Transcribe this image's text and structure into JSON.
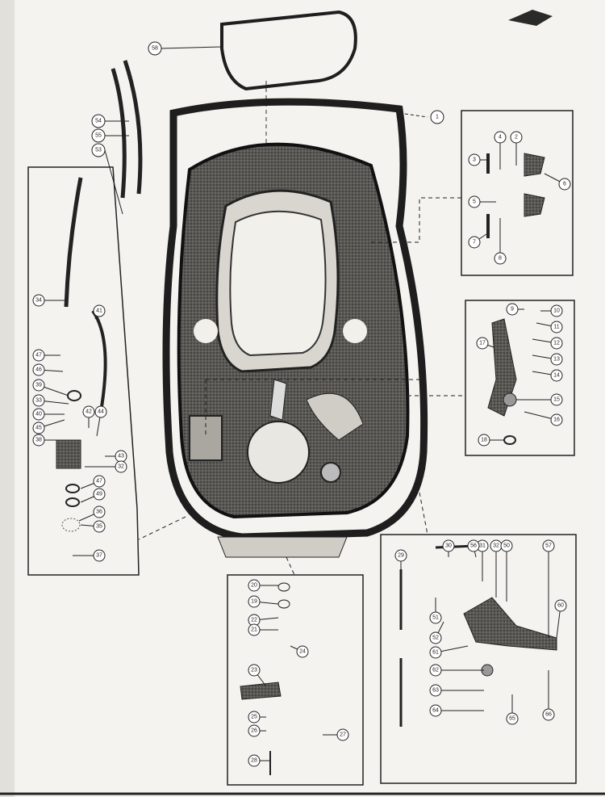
{
  "diagram": {
    "type": "exploded parts diagram",
    "colors": {
      "paper": "#f4f3ef",
      "ink": "#1e1e1e",
      "shade": "#5a5955",
      "light": "#d8d6cf"
    },
    "callouts": {
      "gasket_top": "58",
      "frame": "1",
      "hose_left_a": "54",
      "hose_left_b": "55",
      "fitting_left": "53",
      "upper_right_panel": [
        "3",
        "4",
        "2",
        "6",
        "5",
        "7",
        "8"
      ],
      "mid_right_panel": [
        "9",
        "10",
        "11",
        "12",
        "13",
        "14",
        "15",
        "16",
        "17",
        "18"
      ],
      "left_panel": [
        "34",
        "41",
        "47",
        "46",
        "39",
        "33",
        "40",
        "45",
        "38",
        "42",
        "44",
        "43",
        "32",
        "47",
        "49",
        "36",
        "35",
        "37"
      ],
      "bottom_center_panel": [
        "20",
        "19",
        "22",
        "21",
        "24",
        "23",
        "25",
        "26",
        "27",
        "28"
      ],
      "bottom_right_panel": [
        "29",
        "30",
        "31",
        "32",
        "50",
        "51",
        "52",
        "56",
        "57",
        "60",
        "61",
        "62",
        "63",
        "64",
        "65",
        "66"
      ]
    }
  }
}
